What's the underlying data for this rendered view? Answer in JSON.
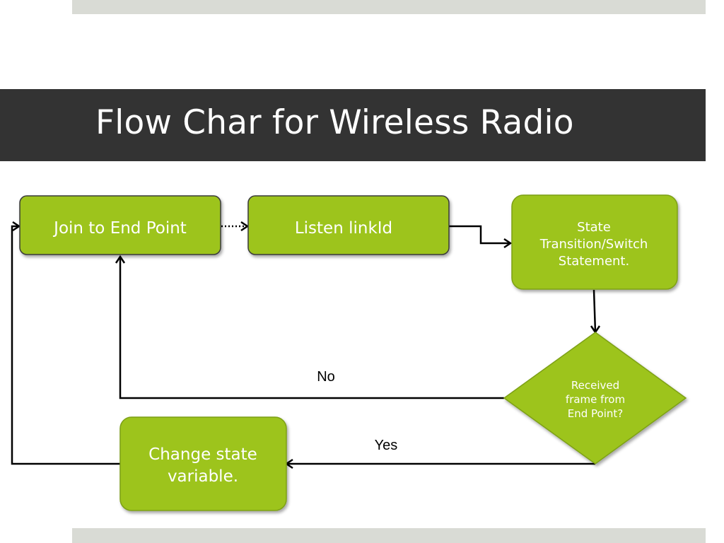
{
  "slide": {
    "title": "Flow Char for Wireless Radio"
  },
  "colors": {
    "node_fill": "#9dc41f",
    "node_stroke": "#6a8a12",
    "title_bar": "#333333",
    "band": "#d9dbd5",
    "edge": "#000000"
  },
  "nodes": {
    "join": {
      "label": "Join to End Point"
    },
    "listen": {
      "label": "Listen linkId"
    },
    "state": {
      "lines": [
        "State",
        "Transition/Switch",
        "Statement."
      ]
    },
    "decision": {
      "lines": [
        "Received",
        "frame from",
        "End Point?"
      ]
    },
    "change": {
      "lines": [
        "Change state",
        "variable."
      ]
    }
  },
  "edges": {
    "no_label": "No",
    "yes_label": "Yes"
  }
}
